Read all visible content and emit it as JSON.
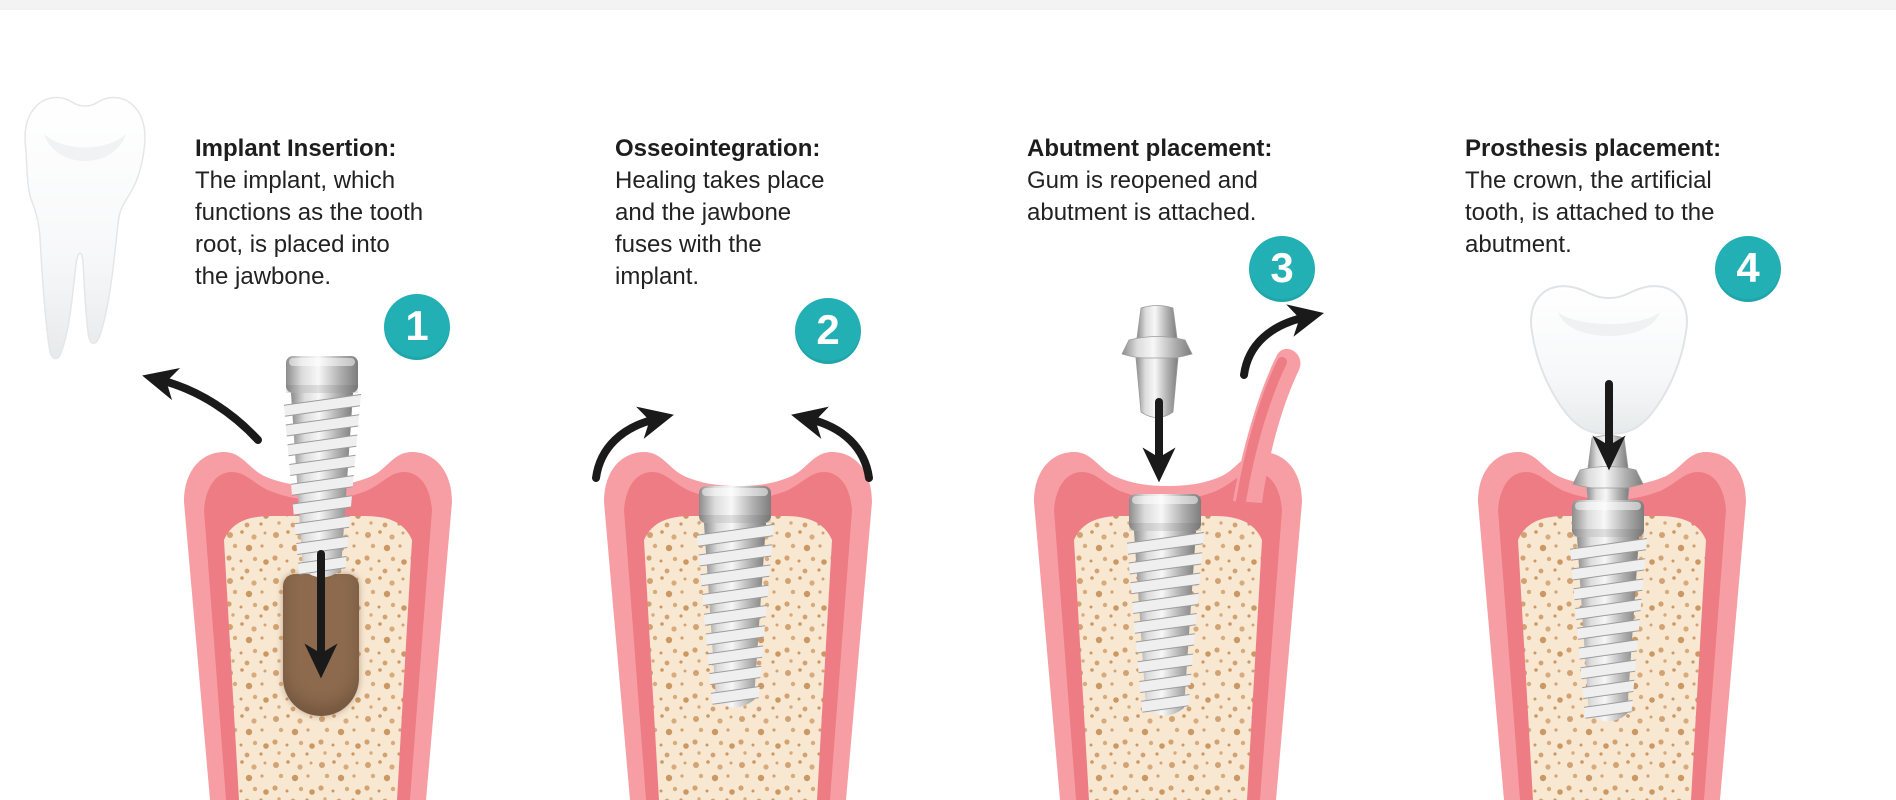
{
  "figure": {
    "type": "dental-implant-procedure-infographic",
    "steps": [
      {
        "number": "1",
        "title": "Implant Insertion:",
        "description": "The implant, which\nfunctions as the tooth\nroot, is placed into\nthe jawbone."
      },
      {
        "number": "2",
        "title": "Osseointegration:",
        "description": "Healing takes place\nand the jawbone\nfuses with the\nimplant."
      },
      {
        "number": "3",
        "title": "Abutment placement:",
        "description": "Gum is reopened and\nabutment is attached."
      },
      {
        "number": "4",
        "title": "Prosthesis placement:",
        "description": "The crown, the artificial\ntooth, is attached to the\nabutment."
      }
    ],
    "colors": {
      "background": "#ffffff",
      "badge_teal": "#23b0b4",
      "badge_text": "#ffffff",
      "text": "#1d1d1d",
      "gum_outer": "#f79ea4",
      "gum_inner": "#ee7c85",
      "bone": "#f8e8d2",
      "bone_speckle": "#d2a273",
      "drill_hole": "#8d6a4d",
      "metal_light": "#f2f2f2",
      "metal_dark": "#8f8f8f",
      "arrow": "#1a1a1a"
    },
    "illustrations": [
      "molar-tooth-illustration",
      "implant-screw",
      "jawbone-cross-section",
      "drill-hole",
      "abutment",
      "gum-flap",
      "crown-prosthesis",
      "arrow-to-tooth",
      "arrow-down-into-hole",
      "arrow-curved-left",
      "arrow-curved-right",
      "arrow-down-abutment",
      "arrow-flap-open",
      "arrow-down-crown"
    ]
  }
}
